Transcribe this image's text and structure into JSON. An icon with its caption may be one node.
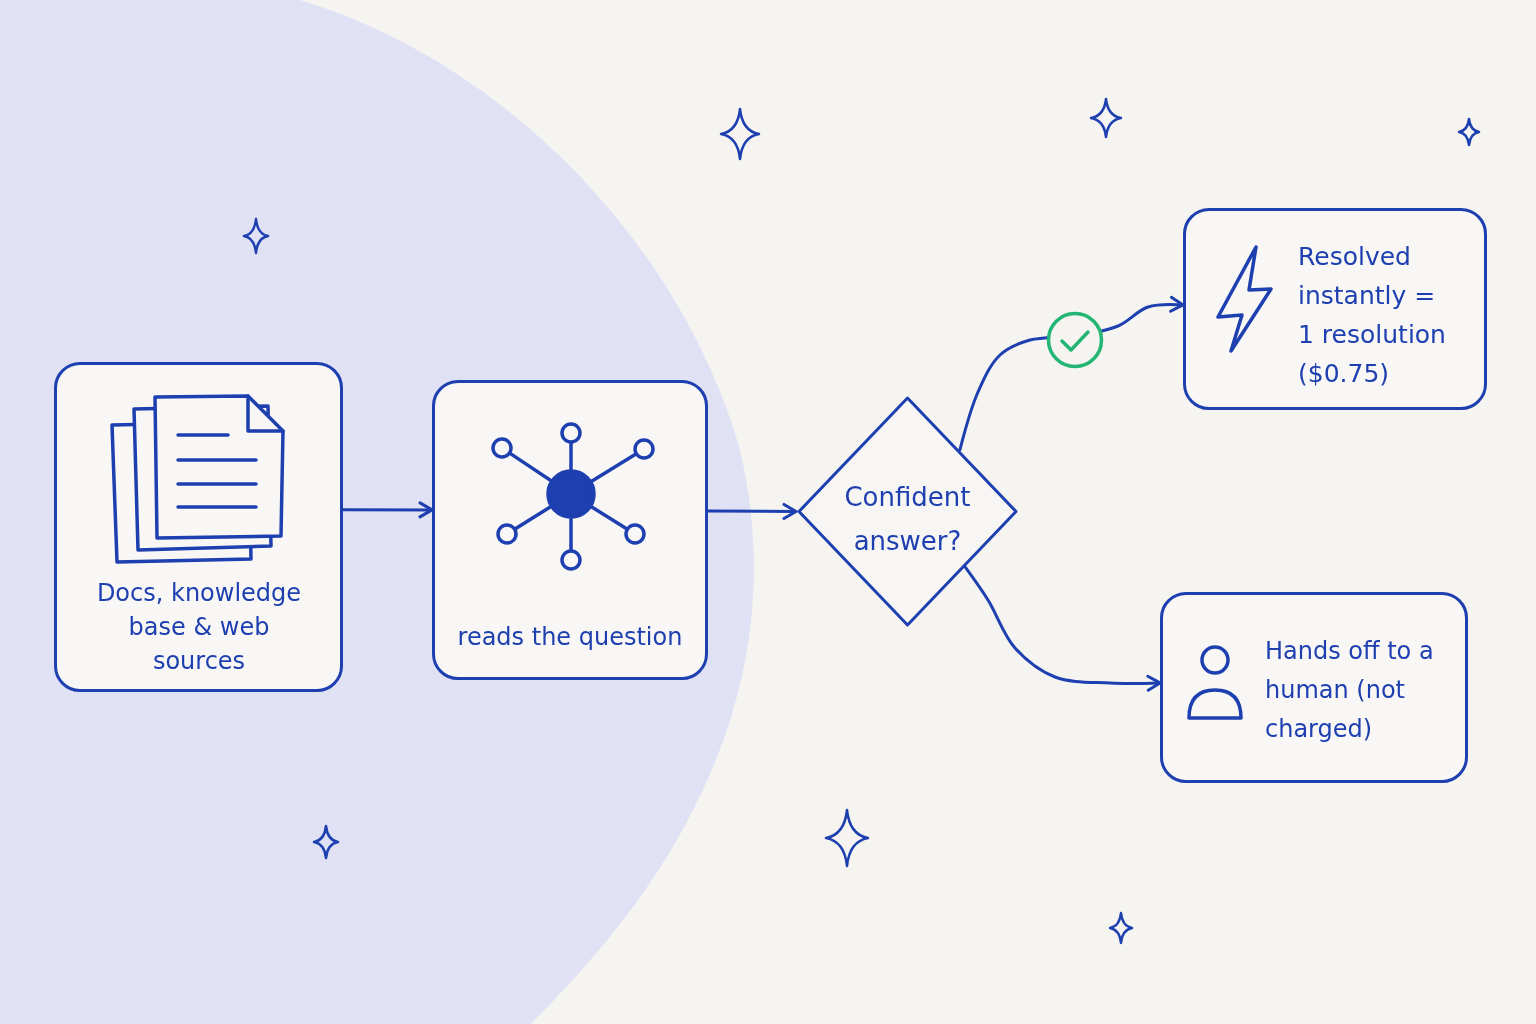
{
  "diagram": {
    "nodes": [
      {
        "text": [
          "Docs, knowledge base & web sources"
        ]
      },
      {
        "text": [
          "reads the question"
        ]
      },
      {
        "text": [
          "Confident answer?"
        ]
      },
      {
        "text": [
          "Resolved instantly = 1 resolution ($0.75)"
        ]
      },
      {
        "text": [
          "Hands off to a human (not charged)"
        ]
      }
    ],
    "edges": [
      {
        "from": 0,
        "to": 1,
        "arrow": "to"
      },
      {
        "from": 1,
        "to": 2,
        "arrow": "to"
      },
      {
        "from": 2,
        "to": 3,
        "arrow": "to"
      },
      {
        "from": 2,
        "to": 4,
        "arrow": "to"
      }
    ]
  }
}
